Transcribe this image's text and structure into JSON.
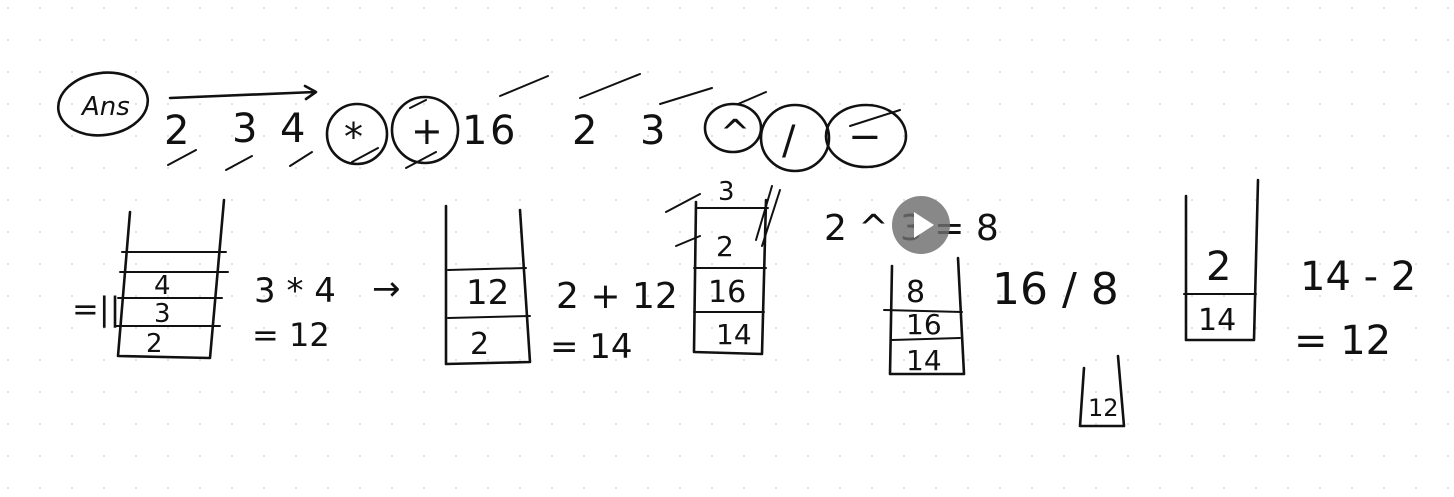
{
  "ans_label": "Ans",
  "expression": {
    "tokens": [
      "2",
      "3",
      "4",
      "*",
      "+",
      "1",
      "6",
      "2",
      "3",
      "^",
      "/",
      "−"
    ]
  },
  "step1": {
    "stack_top_marks": "=||",
    "stack": [
      "4",
      "3",
      "2"
    ],
    "calc_line1": "3 * 4",
    "calc_line2": "= 12",
    "arrow": "→"
  },
  "step2": {
    "stack": [
      "12",
      "2"
    ],
    "calc_line1": "2 + 12",
    "calc_line2": "= 14"
  },
  "step3": {
    "stack": [
      "3",
      "2",
      "16",
      "14"
    ],
    "calc": "2 ^ 3 = 8"
  },
  "step4": {
    "stack": [
      "8",
      "16",
      "14"
    ],
    "calc": "16 / 8",
    "small_box": "12"
  },
  "step5": {
    "stack": [
      "2",
      "14"
    ],
    "calc_line1": "14 - 2",
    "calc_line2": "= 12"
  },
  "player": {
    "play_icon": "play-icon"
  }
}
